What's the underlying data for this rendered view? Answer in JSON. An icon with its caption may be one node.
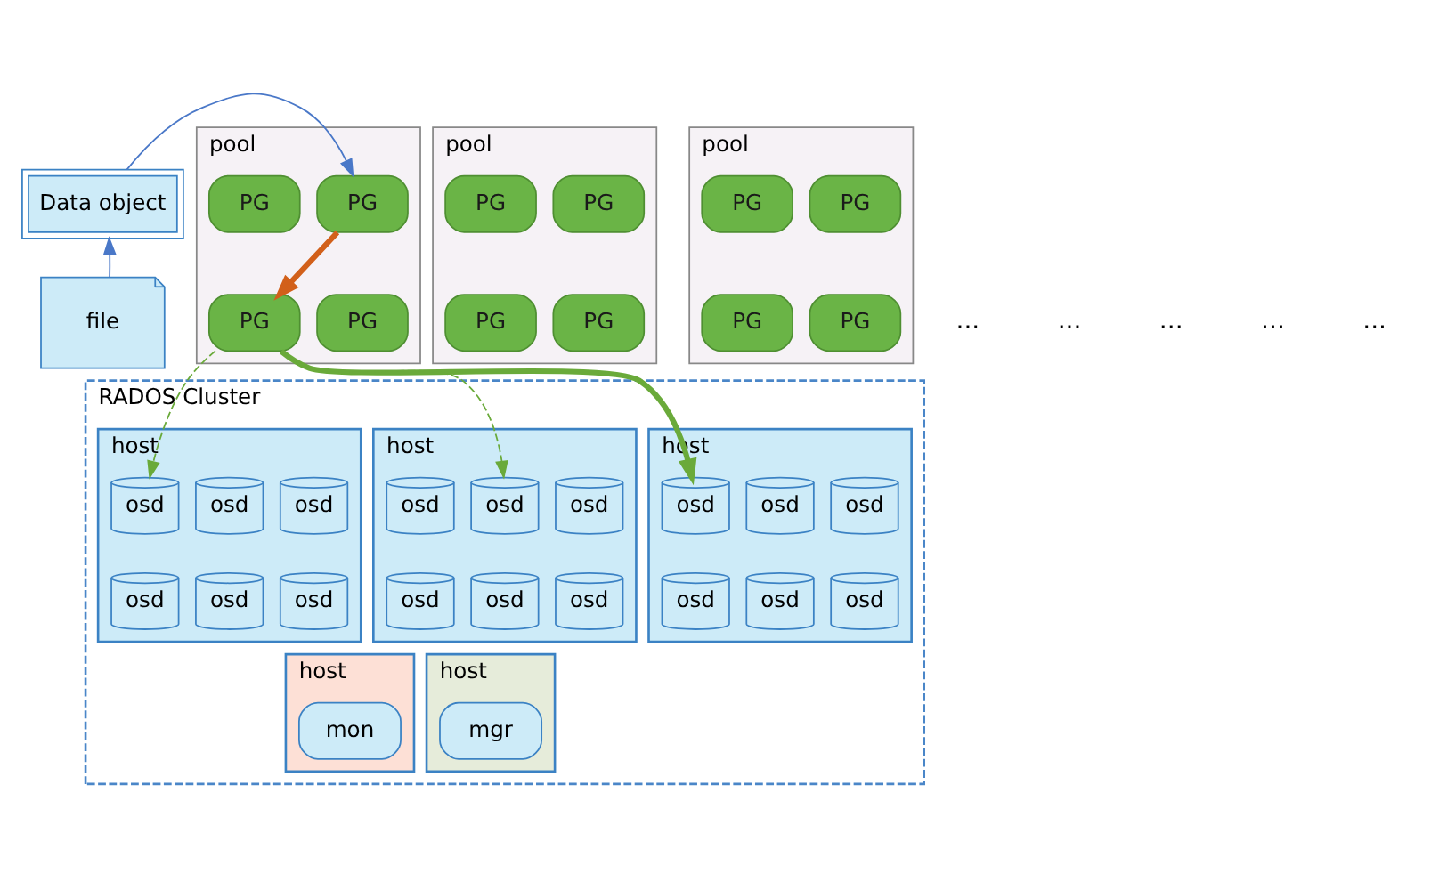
{
  "diagram": {
    "nodes": [
      {
        "text": [
          "pool"
        ]
      },
      {
        "text": [
          "PG"
        ],
        "in": 0
      },
      {
        "text": [
          "PG"
        ],
        "in": 0
      },
      {
        "text": [
          "PG"
        ],
        "in": 0
      },
      {
        "text": [
          "PG"
        ],
        "in": 0
      },
      {
        "text": [
          "pool"
        ]
      },
      {
        "text": [
          "PG"
        ],
        "in": 5
      },
      {
        "text": [
          "PG"
        ],
        "in": 5
      },
      {
        "text": [
          "PG"
        ],
        "in": 5
      },
      {
        "text": [
          "PG"
        ],
        "in": 5
      },
      {
        "text": [
          "pool"
        ]
      },
      {
        "text": [
          "PG"
        ],
        "in": 10
      },
      {
        "text": [
          "PG"
        ],
        "in": 10
      },
      {
        "text": [
          "PG"
        ],
        "in": 10
      },
      {
        "text": [
          "PG"
        ],
        "in": 10
      },
      {
        "text": [
          "RADOS Cluster"
        ]
      },
      {
        "text": [
          "host"
        ],
        "in": 15
      },
      {
        "text": [
          "osd"
        ],
        "in": 16
      },
      {
        "text": [
          "osd"
        ],
        "in": 16
      },
      {
        "text": [
          "osd"
        ],
        "in": 16
      },
      {
        "text": [
          "osd"
        ],
        "in": 16
      },
      {
        "text": [
          "osd"
        ],
        "in": 16
      },
      {
        "text": [
          "osd"
        ],
        "in": 16
      },
      {
        "text": [
          "host"
        ],
        "in": 15
      },
      {
        "text": [
          "osd"
        ],
        "in": 23
      },
      {
        "text": [
          "osd"
        ],
        "in": 23
      },
      {
        "text": [
          "osd"
        ],
        "in": 23
      },
      {
        "text": [
          "osd"
        ],
        "in": 23
      },
      {
        "text": [
          "osd"
        ],
        "in": 23
      },
      {
        "text": [
          "osd"
        ],
        "in": 23
      },
      {
        "text": [
          "host"
        ],
        "in": 15
      },
      {
        "text": [
          "osd"
        ],
        "in": 30
      },
      {
        "text": [
          "osd"
        ],
        "in": 30
      },
      {
        "text": [
          "osd"
        ],
        "in": 30
      },
      {
        "text": [
          "osd"
        ],
        "in": 30
      },
      {
        "text": [
          "osd"
        ],
        "in": 30
      },
      {
        "text": [
          "osd"
        ],
        "in": 30
      },
      {
        "text": [
          "host"
        ],
        "in": 15
      },
      {
        "text": [
          "mon"
        ],
        "in": 37
      },
      {
        "text": [
          "host"
        ],
        "in": 15
      },
      {
        "text": [
          "mgr"
        ],
        "in": 39
      },
      {
        "text": [
          "Data object"
        ]
      },
      {
        "text": [
          "file"
        ]
      }
    ],
    "edges": [
      {
        "from": 42,
        "to": 41,
        "arrow": "to",
        "color": "#4a78c8"
      },
      {
        "from": 41,
        "to": 1,
        "arrow": "to",
        "color": "#4a78c8"
      },
      {
        "from": 1,
        "to": 4,
        "arrow": "to",
        "style": "thick",
        "color": "#d2601a"
      },
      {
        "from": 4,
        "to": 19,
        "arrow": "to",
        "style": "thick",
        "color": "#6aaa3a"
      },
      {
        "from": 4,
        "to": 25,
        "arrow": "to",
        "style": "dashed",
        "color": "#6aaa3a"
      },
      {
        "from": 4,
        "to": 33,
        "arrow": "to",
        "style": "dashed",
        "color": "#6aaa3a"
      }
    ],
    "labels": [
      "...",
      "...",
      "...",
      "...",
      "..."
    ]
  }
}
